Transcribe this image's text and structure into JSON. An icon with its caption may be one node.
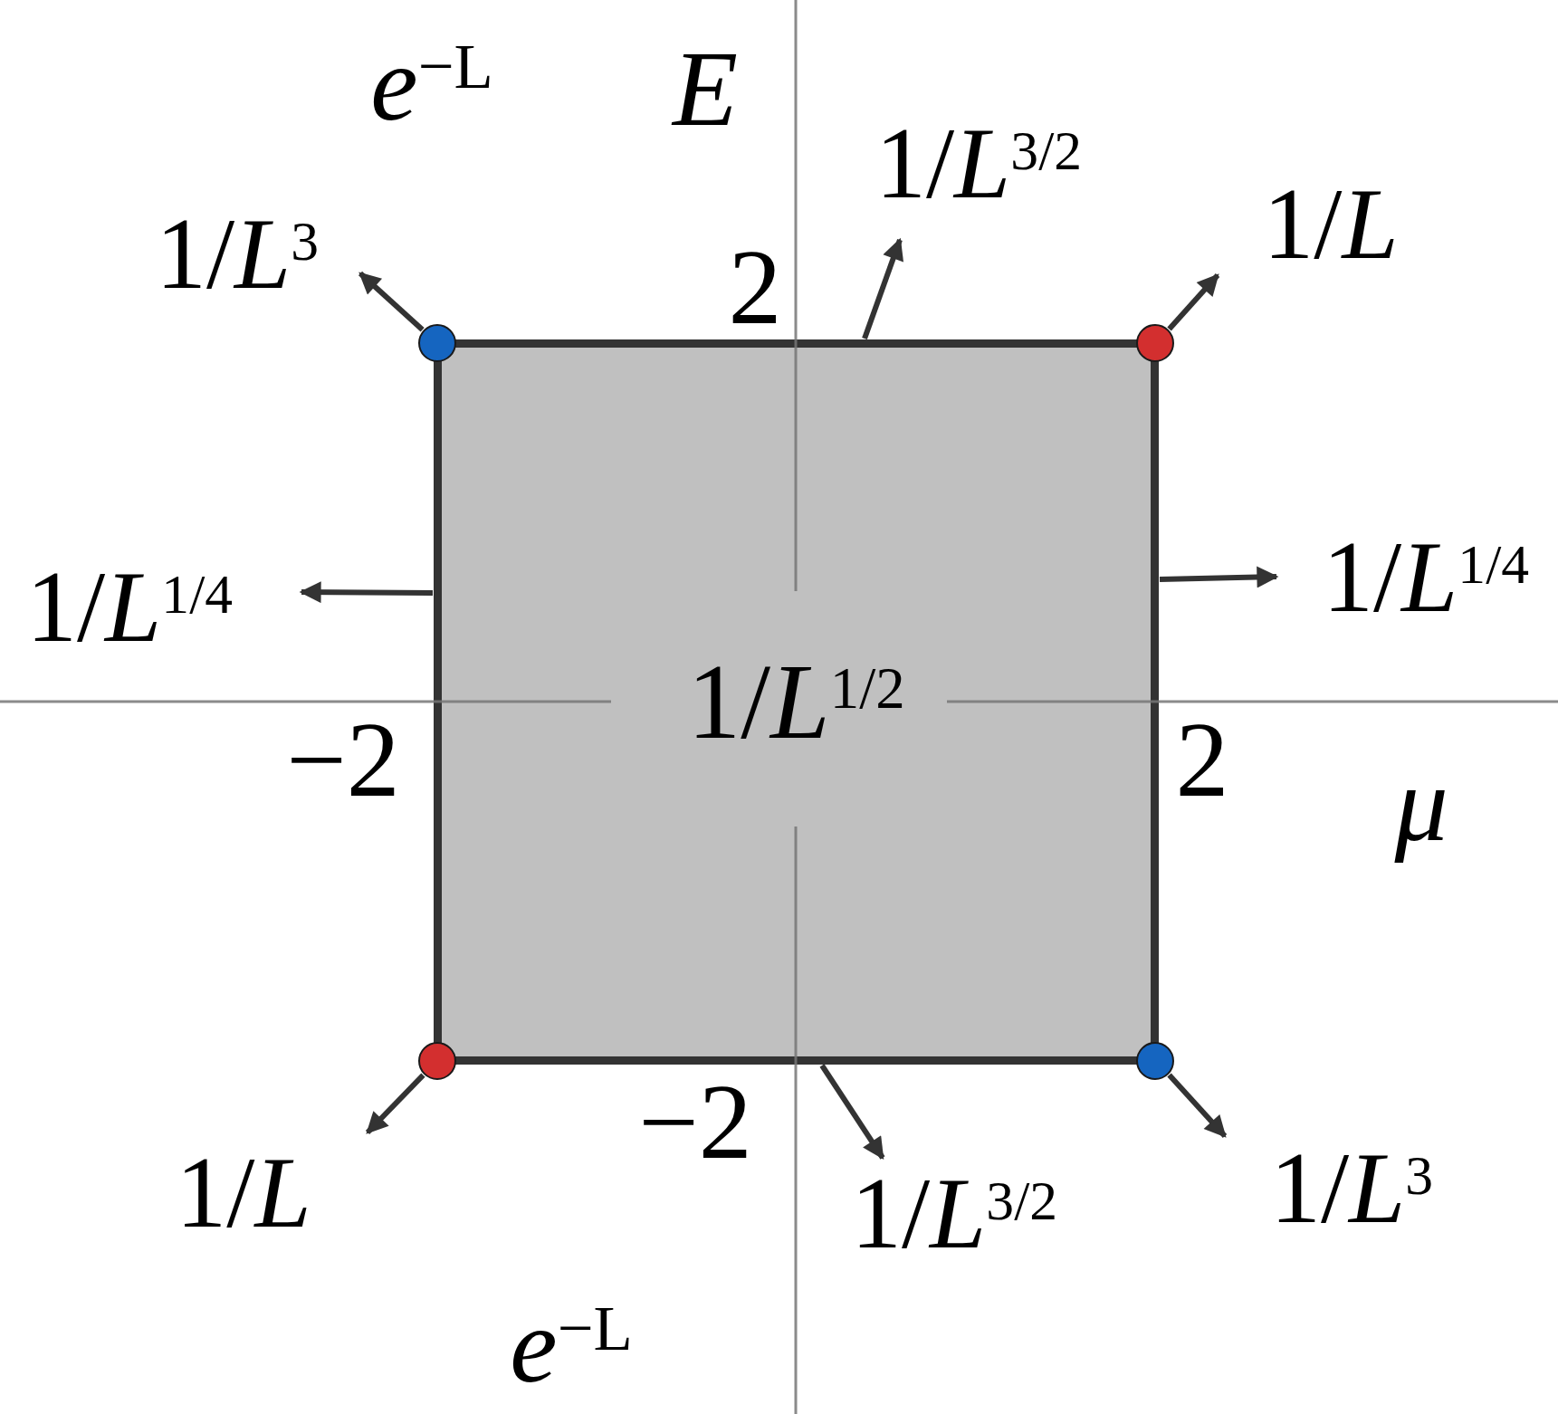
{
  "diagram": {
    "nodes": [
      {
        "text": [
          "1/*L*$^{1/2}$"
        ]
      },
      {
        "text": [],
        "shape": "circle"
      },
      {
        "text": [],
        "shape": "circle"
      },
      {
        "text": [],
        "shape": "circle"
      },
      {
        "text": [],
        "shape": "circle"
      },
      {
        "text": [
          "1/*L*$^{3}$"
        ]
      },
      {
        "text": [
          "1/*L*$^{3/2}$"
        ]
      },
      {
        "text": [
          "1/*L*"
        ]
      },
      {
        "text": [
          "1/*L*$^{1/4}$"
        ]
      },
      {
        "text": [
          "1/*L*$^{1/4}$"
        ]
      },
      {
        "text": [
          "1/*L*"
        ]
      },
      {
        "text": [
          "1/*L*$^{3/2}$"
        ]
      },
      {
        "text": [
          "1/*L*$^{3}$"
        ]
      }
    ],
    "edges": [
      {
        "from": 1,
        "to": 5,
        "arrow": "to"
      },
      {
        "from": 0,
        "to": 6,
        "arrow": "to"
      },
      {
        "from": 2,
        "to": 7,
        "arrow": "to"
      },
      {
        "from": 0,
        "to": 8,
        "arrow": "to"
      },
      {
        "from": 0,
        "to": 9,
        "arrow": "to"
      },
      {
        "from": 3,
        "to": 10,
        "arrow": "to"
      },
      {
        "from": 0,
        "to": 11,
        "arrow": "to"
      },
      {
        "from": 4,
        "to": 12,
        "arrow": "to"
      }
    ],
    "labels": [
      "*e*$^{−L}$",
      "*E*",
      "2",
      "−2",
      "2",
      "*μ*",
      "−2",
      "*e*$^{−L}$"
    ]
  }
}
